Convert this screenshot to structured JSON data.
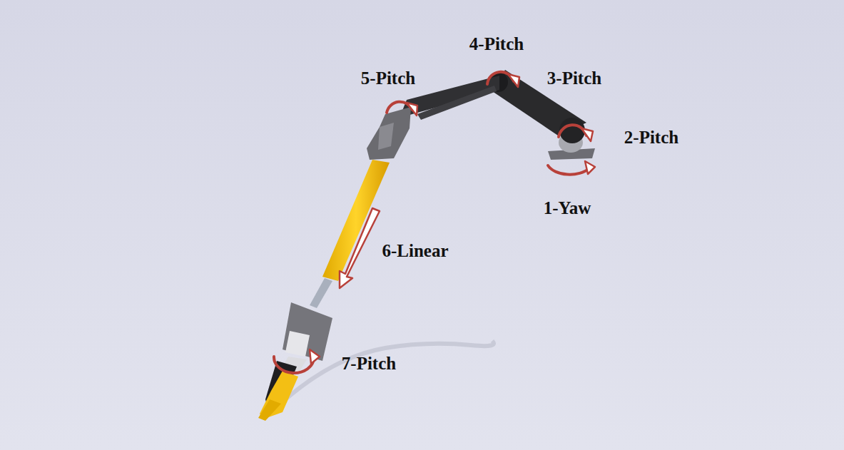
{
  "diagram": {
    "labels": [
      "4-Pitch",
      "5-Pitch",
      "3-Pitch",
      "2-Pitch",
      "1-Yaw",
      "6-Linear",
      "7-Pitch"
    ]
  }
}
